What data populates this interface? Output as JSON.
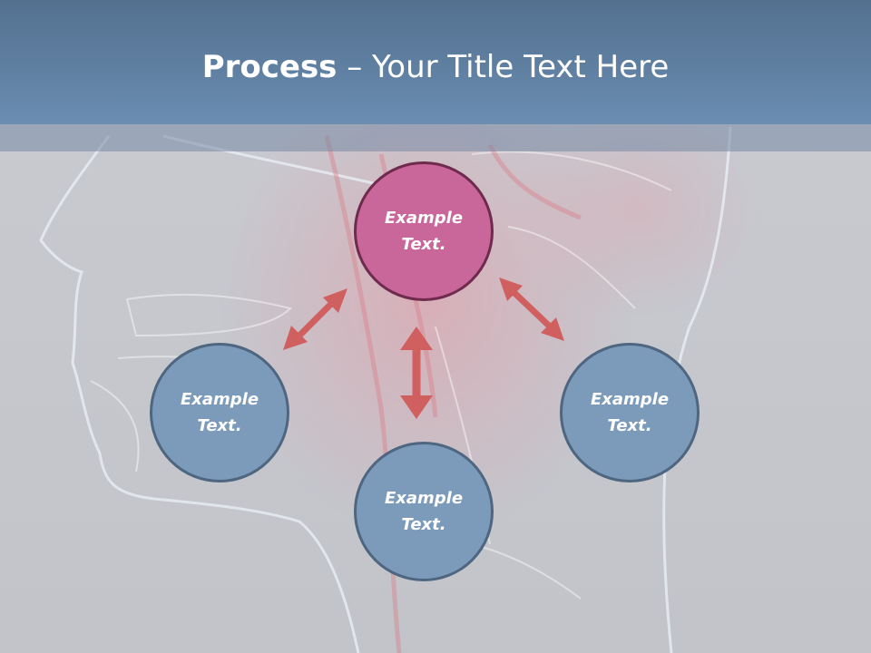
{
  "title": {
    "bold": "Process",
    "rest": " – Your Title Text Here"
  },
  "colors": {
    "header": "#6585a9",
    "center_node": "#c9669a",
    "center_border": "#6f2b4d",
    "satellite_node": "#7c9bbb",
    "satellite_border": "#4f6680",
    "arrow": "#d06060"
  },
  "nodes": {
    "top": {
      "line1": "Example",
      "line2": "Text."
    },
    "left": {
      "line1": "Example",
      "line2": "Text."
    },
    "right": {
      "line1": "Example",
      "line2": "Text."
    },
    "bottom": {
      "line1": "Example",
      "line2": "Text."
    }
  }
}
